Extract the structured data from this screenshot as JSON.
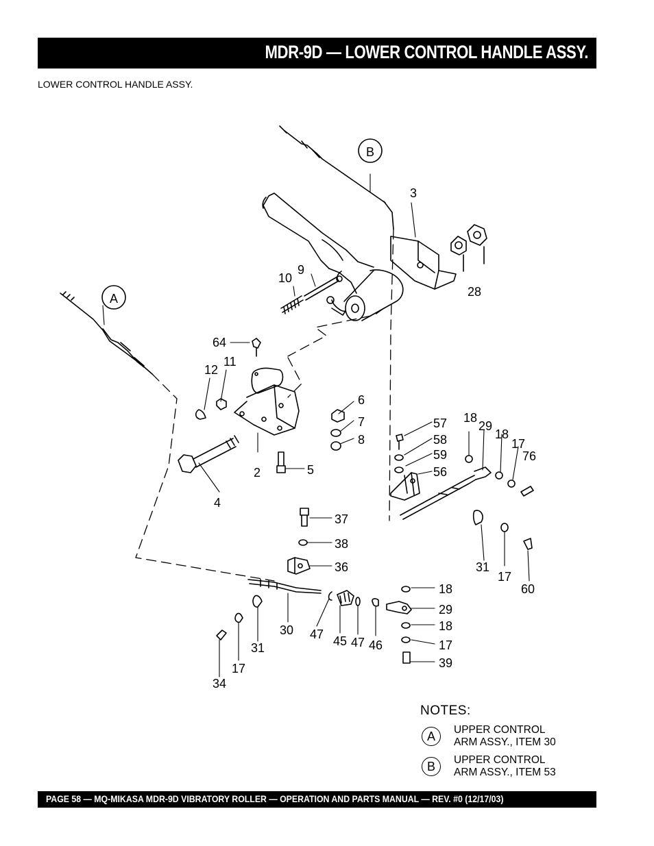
{
  "header": {
    "title": "MDR-9D — LOWER CONTROL HANDLE ASSY."
  },
  "subtitle": "LOWER CONTROL HANDLE  ASSY.",
  "callouts": {
    "a": "A",
    "b": "B",
    "n3": "3",
    "n28": "28",
    "n9": "9",
    "n10": "10",
    "n64": "64",
    "n11": "11",
    "n12": "12",
    "n6": "6",
    "n7": "7",
    "n8": "8",
    "n2": "2",
    "n5": "5",
    "n4": "4",
    "n57": "57",
    "n58": "58",
    "n59": "59",
    "n56": "56",
    "n18a": "18",
    "n29a": "29",
    "n18b": "18",
    "n17a": "17",
    "n76": "76",
    "n31a": "31",
    "n17b": "17",
    "n60": "60",
    "n37": "37",
    "n38": "38",
    "n36": "36",
    "n30": "30",
    "n47a": "47",
    "n45": "45",
    "n47b": "47",
    "n46": "46",
    "n18c": "18",
    "n29b": "29",
    "n18d": "18",
    "n17c": "17",
    "n39": "39",
    "n34": "34",
    "n17d": "17",
    "n31b": "31"
  },
  "notes": {
    "title": "NOTES:",
    "items": [
      {
        "letter": "A",
        "line1": "UPPER CONTROL",
        "line2": "ARM ASSY., ITEM 30"
      },
      {
        "letter": "B",
        "line1": "UPPER CONTROL",
        "line2": "ARM ASSY., ITEM 53"
      }
    ]
  },
  "footer": {
    "text": "PAGE 58 — MQ-MIKASA MDR-9D VIBRATORY ROLLER —  OPERATION AND PARTS MANUAL — REV. #0 (12/17/03)"
  }
}
